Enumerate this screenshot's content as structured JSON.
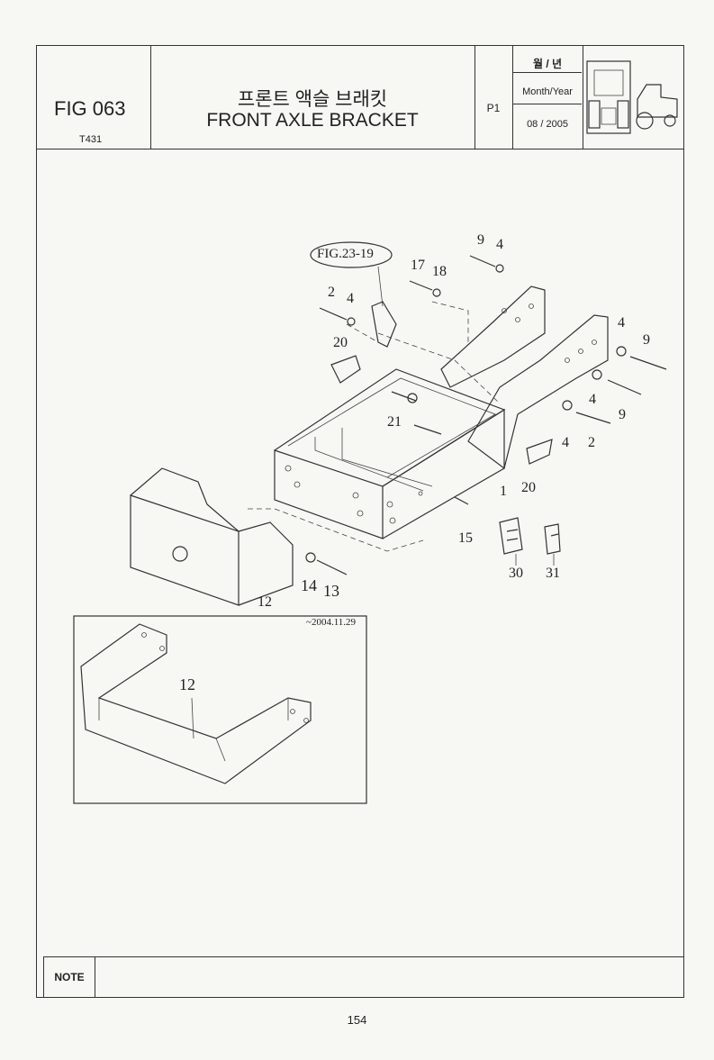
{
  "header": {
    "fig_number": "FIG 063",
    "model": "T431",
    "title_korean": "프론트 액슬 브래킷",
    "title_english": "FRONT AXLE  BRACKET",
    "page_code": "P1",
    "date_label_korean": "월 / 년",
    "date_label": "Month/Year",
    "date_value": "08 / 2005"
  },
  "diagram": {
    "reference_label": "FIG.23-19",
    "inset_date": "~2004.11.29",
    "callouts": [
      "9",
      "4",
      "17",
      "18",
      "2",
      "4",
      "20",
      "21",
      "4",
      "9",
      "4",
      "9",
      "4",
      "2",
      "1",
      "20",
      "15",
      "12",
      "14",
      "13",
      "30",
      "31",
      "12"
    ]
  },
  "footer": {
    "note_label": "NOTE",
    "page_number": "154"
  }
}
